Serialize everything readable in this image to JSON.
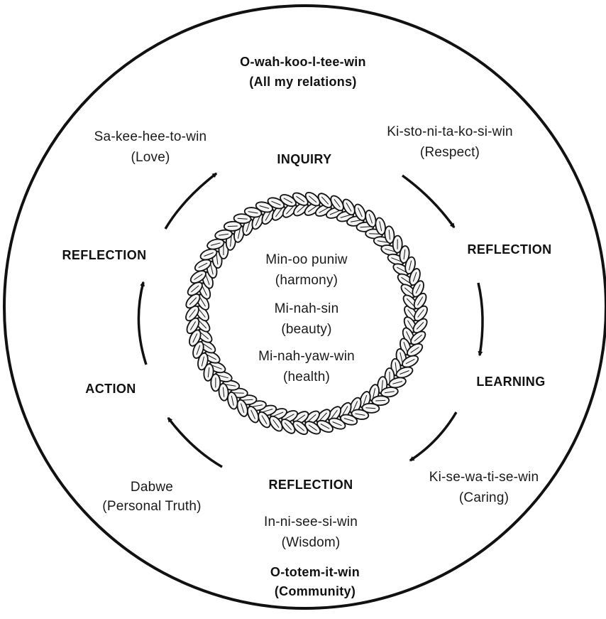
{
  "relations": {
    "title": "O-wah-koo-l-tee-win",
    "subtitle": "(All my relations)"
  },
  "values": {
    "love": {
      "name": "Sa-kee-hee-to-win",
      "translation": "(Love)"
    },
    "respect": {
      "name": "Ki-sto-ni-ta-ko-si-win",
      "translation": "(Respect)"
    },
    "caring": {
      "name": "Ki-se-wa-ti-se-win",
      "translation": "(Caring)"
    },
    "truth": {
      "name": "Dabwe",
      "translation": "(Personal Truth)"
    },
    "wisdom": {
      "name": "In-ni-see-si-win",
      "translation": "(Wisdom)"
    },
    "community": {
      "name": "O-totem-it-win",
      "translation": "(Community)"
    }
  },
  "cycle": {
    "inquiry": "INQUIRY",
    "reflection_right": "REFLECTION",
    "learning": "LEARNING",
    "reflection_bottom": "REFLECTION",
    "action": "ACTION",
    "reflection_left": "REFLECTION"
  },
  "center": {
    "harmony": {
      "name": "Min-oo puniw",
      "translation": "(harmony)"
    },
    "beauty": {
      "name": "Mi-nah-sin",
      "translation": "(beauty)"
    },
    "health": {
      "name": "Mi-nah-yaw-win",
      "translation": "(health)"
    }
  },
  "colors": {
    "ink": "#111111",
    "paper": "#ffffff",
    "braid_fill": "#f4f4f4"
  }
}
